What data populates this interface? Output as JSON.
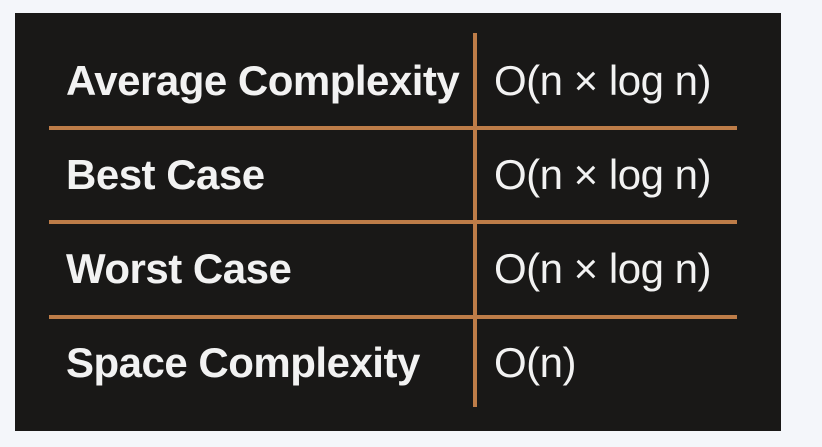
{
  "theme": {
    "page_bg": "#f4f6fa",
    "table_bg": "#191817",
    "divider": "#bd7c48",
    "text": "#f2f2f2"
  },
  "chart_data": {
    "type": "table",
    "title": "",
    "rows": [
      [
        "Average Complexity",
        "O(n × log n)"
      ],
      [
        "Best Case",
        "O(n × log n)"
      ],
      [
        "Worst Case",
        "O(n × log n)"
      ],
      [
        "Space Complexity",
        "O(n)"
      ]
    ],
    "layout_hints": {
      "grid": "horizontal row dividers and single column divider, copper colored",
      "legend": "none",
      "columns_count": 2
    }
  }
}
